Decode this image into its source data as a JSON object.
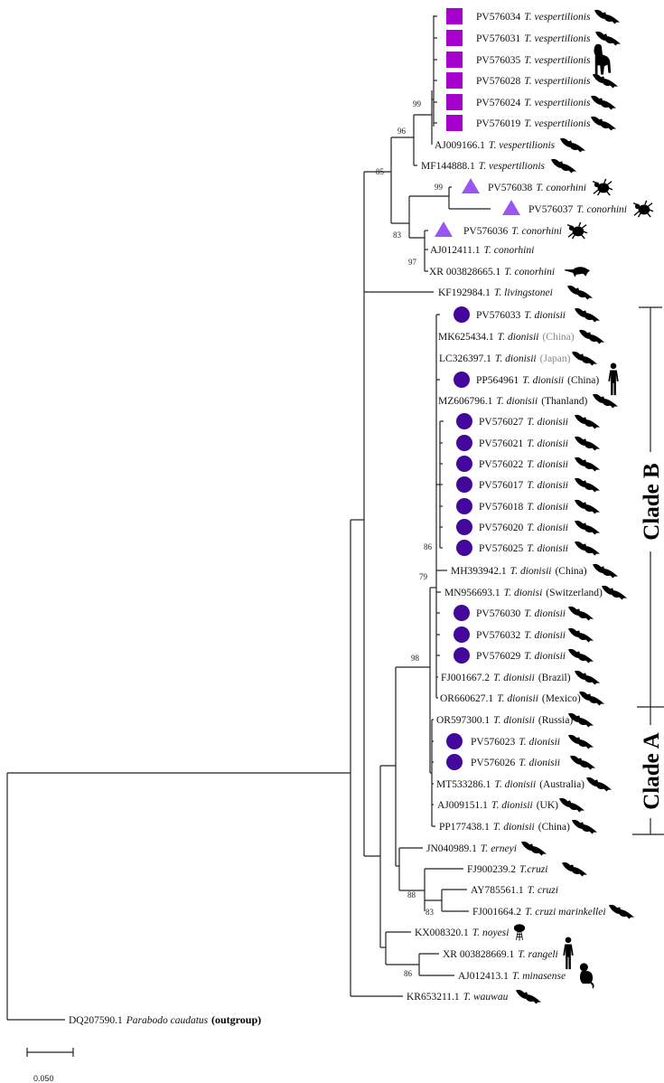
{
  "title": "Phylogenetic tree of Trypanosoma isolates",
  "colors": {
    "square": "#a600cc",
    "triangle": "#9a55f2",
    "circle": "#43089b",
    "branch": "#222222"
  },
  "leaves": [
    {
      "acc": "PV576034",
      "sp": "T. vespertilionis",
      "country": "",
      "marker": "square",
      "host": "bat-icon"
    },
    {
      "acc": "PV576031",
      "sp": "T. vespertilionis",
      "country": "",
      "marker": "square",
      "host": "bat-icon"
    },
    {
      "acc": "PV576035",
      "sp": "T. vespertilionis",
      "country": "",
      "marker": "square",
      "host": "dog-icon"
    },
    {
      "acc": "PV576028",
      "sp": "T. vespertilionis",
      "country": "",
      "marker": "square",
      "host": "bat-icon"
    },
    {
      "acc": "PV576024",
      "sp": "T. vespertilionis",
      "country": "",
      "marker": "square",
      "host": "bat-icon"
    },
    {
      "acc": "PV576019",
      "sp": "T. vespertilionis",
      "country": "",
      "marker": "square",
      "host": "bat-icon"
    },
    {
      "acc": "AJ009166.1",
      "sp": "T. vespertilionis",
      "country": "",
      "marker": "",
      "host": "bat-icon"
    },
    {
      "acc": "MF144888.1",
      "sp": "T. vespertilionis",
      "country": "",
      "marker": "",
      "host": "bat-icon"
    },
    {
      "acc": "PV576038",
      "sp": "T. conorhini",
      "country": "",
      "marker": "triangle",
      "host": "tick-icon"
    },
    {
      "acc": "PV576037",
      "sp": "T. conorhini",
      "country": "",
      "marker": "triangle",
      "host": "tick-icon"
    },
    {
      "acc": "PV576036",
      "sp": "T. conorhini",
      "country": "",
      "marker": "triangle",
      "host": "tick-icon"
    },
    {
      "acc": "AJ012411.1",
      "sp": "T. conorhini",
      "country": "",
      "marker": "",
      "host": ""
    },
    {
      "acc": "XR 003828665.1",
      "sp": "T. conorhini",
      "country": "",
      "marker": "",
      "host": "rodent-icon"
    },
    {
      "acc": "KF192984.1",
      "sp": "T. livingstonei",
      "country": "",
      "marker": "",
      "host": "bat-icon"
    },
    {
      "acc": "PV576033",
      "sp": "T. dionisii",
      "country": "",
      "marker": "circle",
      "host": "bat-icon"
    },
    {
      "acc": "MK625434.1",
      "sp": "T. dionisii",
      "country": "(China)",
      "marker": "",
      "host": "bat-icon",
      "gray": true
    },
    {
      "acc": "LC326397.1",
      "sp": "T. dionisii",
      "country": "(Japan)",
      "marker": "",
      "host": "bat-icon",
      "gray": true
    },
    {
      "acc": "PP564961",
      "sp": "T. dionisii",
      "country": "(China)",
      "marker": "circle",
      "host": "human-icon"
    },
    {
      "acc": "MZ606796.1",
      "sp": "T. dionisii",
      "country": "(Thanland)",
      "marker": "",
      "host": "bat-icon"
    },
    {
      "acc": "PV576027",
      "sp": "T. dionisii",
      "country": "",
      "marker": "circle",
      "host": "bat-icon"
    },
    {
      "acc": "PV576021",
      "sp": "T. dionisii",
      "country": "",
      "marker": "circle",
      "host": "bat-icon"
    },
    {
      "acc": "PV576022",
      "sp": "T. dionisii",
      "country": "",
      "marker": "circle",
      "host": "bat-icon"
    },
    {
      "acc": "PV576017",
      "sp": "T. dionisii",
      "country": "",
      "marker": "circle",
      "host": "bat-icon"
    },
    {
      "acc": "PV576018",
      "sp": "T. dionisii",
      "country": "",
      "marker": "circle",
      "host": "bat-icon"
    },
    {
      "acc": "PV576020",
      "sp": "T. dionisii",
      "country": "",
      "marker": "circle",
      "host": "bat-icon"
    },
    {
      "acc": "PV576025",
      "sp": "T. dionisii",
      "country": "",
      "marker": "circle",
      "host": "bat-icon"
    },
    {
      "acc": "MH393942.1",
      "sp": "T. dionisii",
      "country": "(China)",
      "marker": "",
      "host": "bat-icon"
    },
    {
      "acc": "MN956693.1",
      "sp": "T. dionisi",
      "country": "(Switzerland)",
      "marker": "",
      "host": "bat-icon"
    },
    {
      "acc": "PV576030",
      "sp": "T. dionisii",
      "country": "",
      "marker": "circle",
      "host": "bat-icon"
    },
    {
      "acc": "PV576032",
      "sp": "T. dionisii",
      "country": "",
      "marker": "circle",
      "host": "bat-icon"
    },
    {
      "acc": "PV576029",
      "sp": "T. dionisii",
      "country": "",
      "marker": "circle",
      "host": "bat-icon"
    },
    {
      "acc": "FJ001667.2",
      "sp": "T. dionisii",
      "country": "(Brazil)",
      "marker": "",
      "host": "bat-icon"
    },
    {
      "acc": "OR660627.1",
      "sp": "T. dionisii",
      "country": "(Mexico)",
      "marker": "",
      "host": "bat-icon"
    },
    {
      "acc": "OR597300.1",
      "sp": "T. dionisii",
      "country": "(Russia)",
      "marker": "",
      "host": "bat-icon"
    },
    {
      "acc": "PV576023",
      "sp": "T. dionisii",
      "country": "",
      "marker": "circle",
      "host": "bat-icon"
    },
    {
      "acc": "PV576026",
      "sp": "T. dionisii",
      "country": "",
      "marker": "circle",
      "host": "bat-icon"
    },
    {
      "acc": "MT533286.1",
      "sp": "T. dionisii",
      "country": "(Australia)",
      "marker": "",
      "host": "bat-icon"
    },
    {
      "acc": "AJ009151.1",
      "sp": "T. dionisii",
      "country": "(UK)",
      "marker": "",
      "host": "bat-icon"
    },
    {
      "acc": "PP177438.1",
      "sp": "T. dionisii",
      "country": "(China)",
      "marker": "",
      "host": "bat-icon"
    },
    {
      "acc": "JN040989.1",
      "sp": "T. erneyi",
      "country": "",
      "marker": "",
      "host": "bat-icon"
    },
    {
      "acc": "FJ900239.2",
      "sp": "T.cruzi",
      "country": "",
      "marker": "",
      "host": "bat-icon"
    },
    {
      "acc": "AY785561.1",
      "sp": "T. cruzi",
      "country": "",
      "marker": "",
      "host": ""
    },
    {
      "acc": "FJ001664.2",
      "sp": "T. cruzi marinkellei",
      "country": "",
      "marker": "",
      "host": "bat-icon"
    },
    {
      "acc": "KX008320.1",
      "sp": "T. noyesi",
      "country": "",
      "marker": "",
      "host": "fly-icon"
    },
    {
      "acc": "XR 003828669.1",
      "sp": "T. rangeli",
      "country": "",
      "marker": "",
      "host": "human-icon"
    },
    {
      "acc": "AJ012413.1",
      "sp": "T. minasense",
      "country": "",
      "marker": "",
      "host": "monkey-icon"
    },
    {
      "acc": "KR653211.1",
      "sp": "T. wauwau",
      "country": "",
      "marker": "",
      "host": "bat-icon"
    },
    {
      "acc": "DQ207590.1",
      "sp": "Parabodo caudatus",
      "country": "",
      "marker": "",
      "host": ""
    }
  ],
  "outgroup_label": "(outgroup)",
  "bootstrap": [
    "99",
    "96",
    "85",
    "99",
    "83",
    "97",
    "86",
    "79",
    "98",
    "88",
    "83",
    "86"
  ],
  "clades": {
    "b": "Clade B",
    "a": "Clade A"
  },
  "scale_label": "0.050"
}
